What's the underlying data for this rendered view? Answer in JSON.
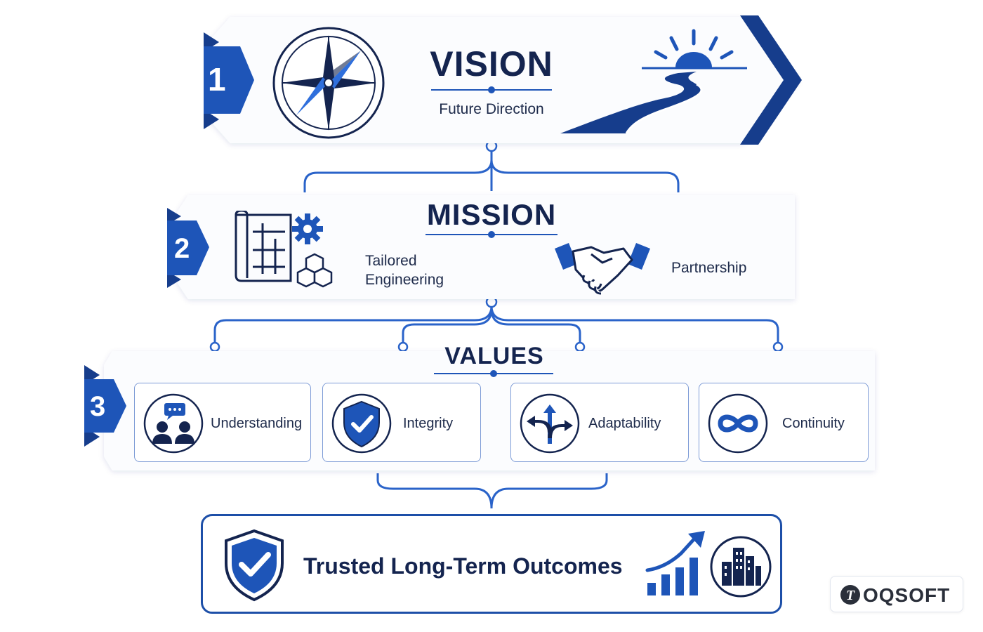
{
  "vision": {
    "step": "1",
    "title": "VISION",
    "subtitle": "Future Direction",
    "icons": [
      "compass-icon",
      "winding-road-sunrise-icon"
    ]
  },
  "mission": {
    "step": "2",
    "title": "MISSION",
    "items": [
      {
        "label_line1": "Tailored",
        "label_line2": "Engineering",
        "icon": "blueprint-gear-blocks-icon"
      },
      {
        "label": "Partnership",
        "icon": "handshake-icon"
      }
    ]
  },
  "values": {
    "step": "3",
    "title": "VALUES",
    "items": [
      {
        "label": "Understanding",
        "icon": "people-chat-icon"
      },
      {
        "label": "Integrity",
        "icon": "shield-check-icon"
      },
      {
        "label": "Adaptability",
        "icon": "diverging-arrows-icon"
      },
      {
        "label": "Continuity",
        "icon": "infinity-icon"
      }
    ]
  },
  "outcome": {
    "title": "Trusted Long-Term Outcomes",
    "icons": [
      "shield-check-icon",
      "growth-bar-chart-icon",
      "buildings-icon"
    ]
  },
  "brand": {
    "name": "OQSOFT",
    "logo_mark": "T"
  },
  "colors": {
    "navy": "#14244f",
    "primary_blue": "#1d4fa8",
    "light_blue": "#2f6fdc",
    "connector_blue": "#2a63c9"
  }
}
